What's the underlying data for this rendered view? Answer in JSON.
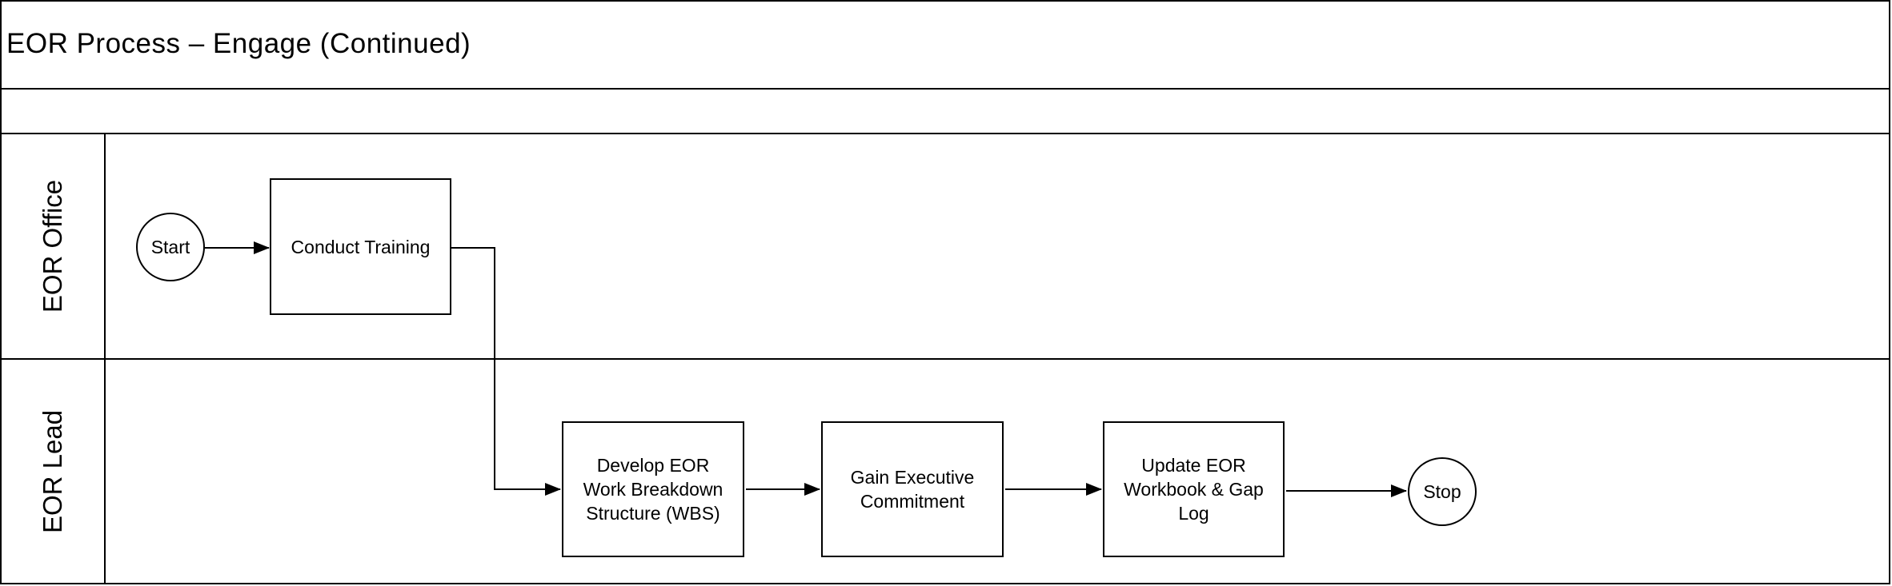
{
  "title": "EOR Process – Engage (Continued)",
  "diagram_type": "swimlane-flowchart",
  "colors": {
    "line": "#000000",
    "background": "#ffffff",
    "text": "#000000"
  },
  "lanes": [
    {
      "label": "EOR Office"
    },
    {
      "label": "EOR Lead"
    }
  ],
  "nodes": [
    {
      "id": "start",
      "type": "start-terminator",
      "shape": "circle",
      "lane": "EOR Office",
      "label": "Start"
    },
    {
      "id": "conduct-training",
      "type": "process",
      "shape": "rectangle",
      "lane": "EOR Office",
      "label": "Conduct Training"
    },
    {
      "id": "develop-wbs",
      "type": "process",
      "shape": "rectangle",
      "lane": "EOR Lead",
      "label": "Develop EOR Work Breakdown Structure (WBS)"
    },
    {
      "id": "gain-executive-commitment",
      "type": "process",
      "shape": "rectangle",
      "lane": "EOR Lead",
      "label": "Gain Executive Commitment"
    },
    {
      "id": "update-workbook-gap-log",
      "type": "process",
      "shape": "rectangle",
      "lane": "EOR Lead",
      "label": "Update EOR Workbook & Gap Log"
    },
    {
      "id": "stop",
      "type": "end-terminator",
      "shape": "circle",
      "lane": "EOR Lead",
      "label": "Stop"
    }
  ],
  "connectors": [
    {
      "from": "start",
      "to": "conduct-training",
      "style": "straight-arrow"
    },
    {
      "from": "conduct-training",
      "to": "develop-wbs",
      "style": "elbow-arrow-down-across-lanes"
    },
    {
      "from": "develop-wbs",
      "to": "gain-executive-commitment",
      "style": "straight-arrow"
    },
    {
      "from": "gain-executive-commitment",
      "to": "update-workbook-gap-log",
      "style": "straight-arrow"
    },
    {
      "from": "update-workbook-gap-log",
      "to": "stop",
      "style": "straight-arrow"
    }
  ]
}
